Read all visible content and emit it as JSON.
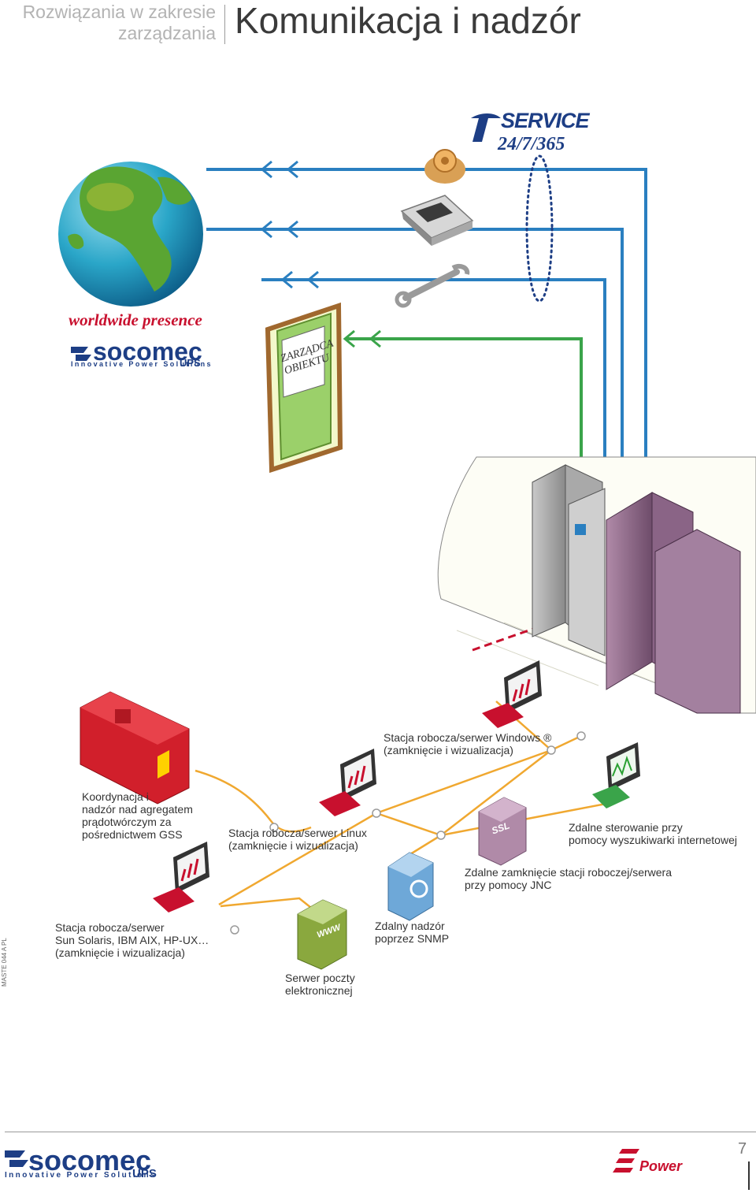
{
  "header": {
    "section": "Rozwiązania w zakresie zarządzania",
    "title": "Komunikacja i nadzór"
  },
  "tservice": {
    "name": "SERVICE",
    "hours": "24/7/365",
    "mark": "T"
  },
  "globe": {
    "caption": "worldwide presence"
  },
  "brand": {
    "name": "socomec",
    "tagline": "Innovative Power Solutions",
    "sub": "UPS"
  },
  "door": {
    "sign": "ZARZĄDCA\nOBIEKTU"
  },
  "labels": {
    "windows": "Stacja robocza/serwer Windows ®\n(zamknięcie i wizualizacja)",
    "generator": "Koordynacja i\nnadzór nad agregatem\nprądotwórczym za\npośrednictwem GSS",
    "linux": "Stacja robocza/serwer Linux\n(zamknięcie i wizualizacja)",
    "web": "Zdalne sterowanie przy\npomocy wyszukiwarki internetowej",
    "jnc": "Zdalne zamknięcie stacji roboczej/serwera\nprzy pomocy JNC",
    "unix": "Stacja robocza/serwer\nSun Solaris, IBM AIX, HP-UX…\n(zamknięcie i wizualizacja)",
    "snmp": "Zdalny nadzór\npoprzez SNMP",
    "mail": "Serwer poczty\nelektronicznej"
  },
  "icons": {
    "ssl": "SSL",
    "www": "WWW"
  },
  "doc_code": "MASTE 044 A PL",
  "footer": {
    "page_number": "7",
    "partner": "Power"
  },
  "colors": {
    "accent_red": "#c8102e",
    "brand_blue": "#1d3e85",
    "network_orange": "#f0a830",
    "blue_line": "#2a7fc0",
    "green_line": "#3aa44a"
  }
}
